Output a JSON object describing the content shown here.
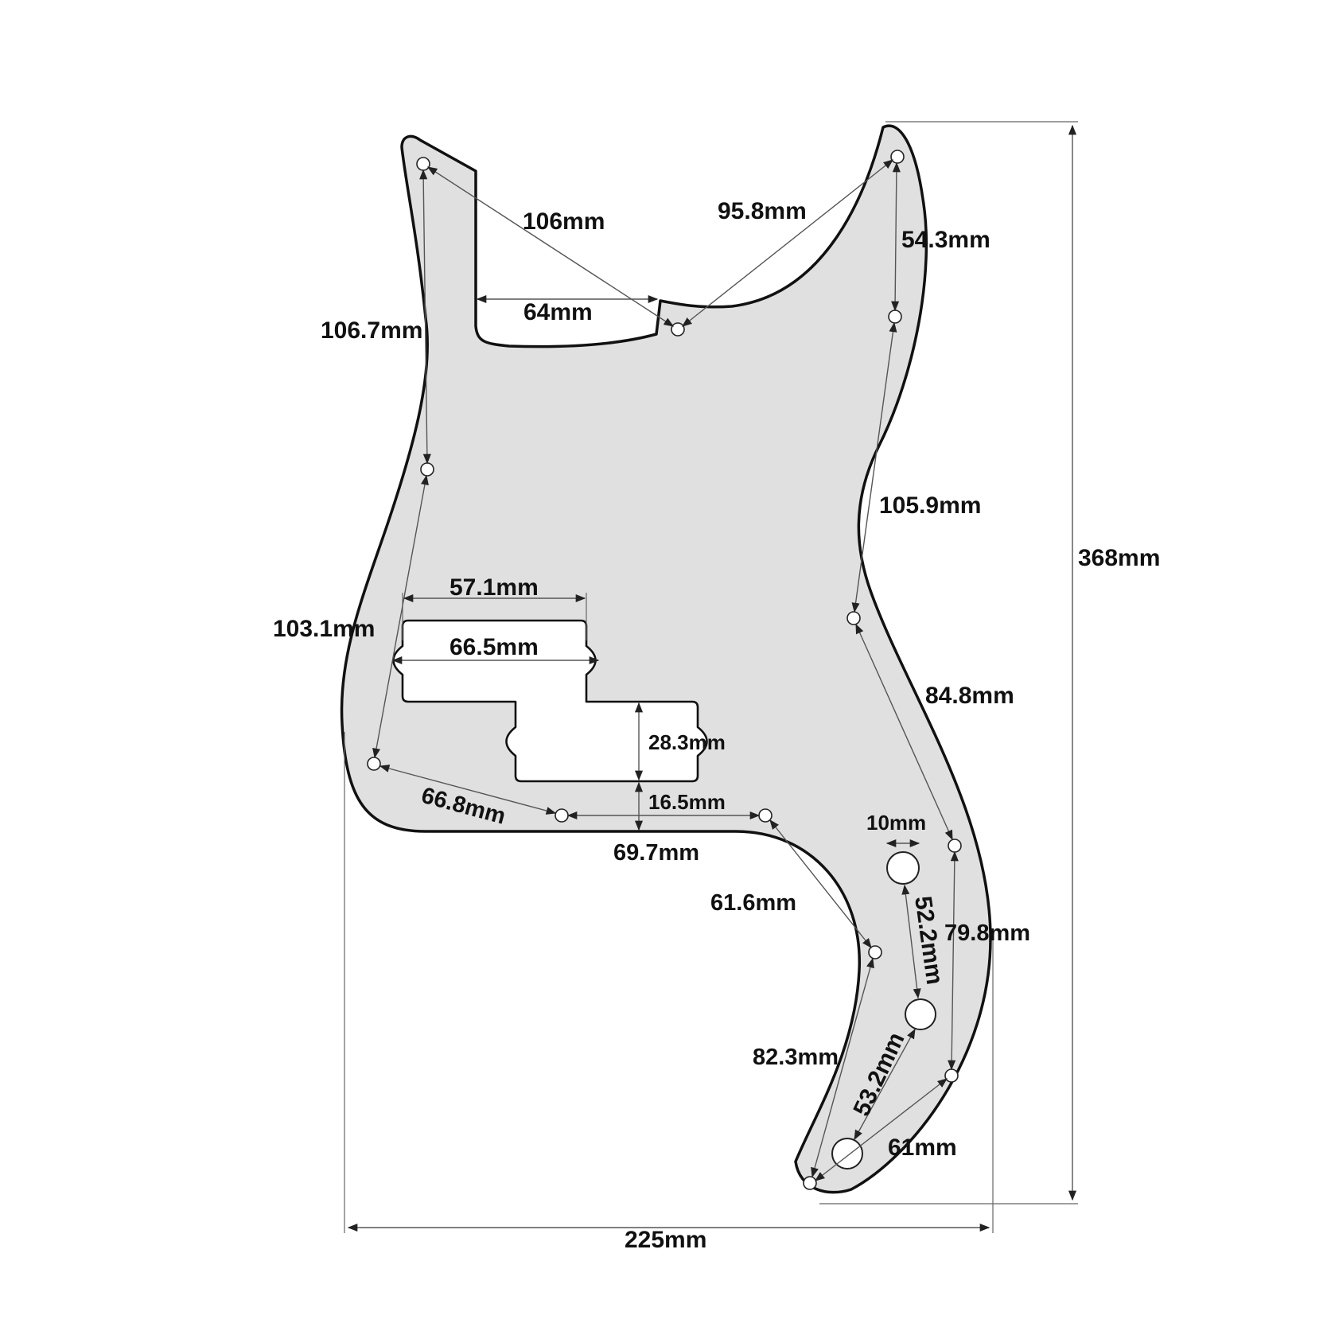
{
  "colors": {
    "pickguard_fill": "#e0e0e0",
    "outline": "#111111",
    "dimension_line": "#555555",
    "background": "#ffffff"
  },
  "dimensions": {
    "overall_width": "225mm",
    "overall_height": "368mm",
    "neck_pocket_width": "64mm",
    "horn_hole_diagonal": "106mm",
    "right_horn_diagonal": "95.8mm",
    "right_top_vertical": "54.3mm",
    "left_upper_vertical": "106.7mm",
    "left_lower_vertical": "103.1mm",
    "right_mid_vertical": "105.9mm",
    "right_lower_diagonal": "84.8mm",
    "pickup_width_upper": "57.1mm",
    "pickup_mount_span": "66.5mm",
    "pickup_height": "28.3mm",
    "pickup_to_edge": "16.5mm",
    "bottom_left_diagonal": "66.8mm",
    "bottom_span": "69.7mm",
    "lower_horn_diagonal": "61.6mm",
    "jack_diameter": "10mm",
    "control_spacing_upper": "52.2mm",
    "tail_right_vertical": "79.8mm",
    "tail_left_diagonal": "82.3mm",
    "control_spacing_lower": "53.2mm",
    "tail_bottom": "61mm"
  }
}
